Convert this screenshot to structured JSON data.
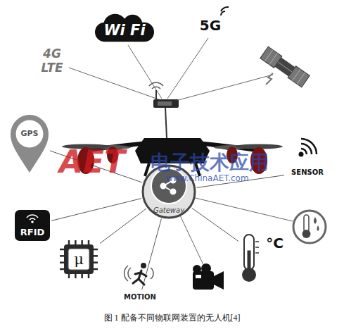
{
  "diagram": {
    "caption": "图 1 配备不同物联网装置的无人机[4]",
    "nodes": [
      {
        "text": [
          "Wi Fi"
        ]
      },
      {
        "text": [
          "5G"
        ]
      },
      {
        "text": [
          "4G LTE"
        ]
      },
      {
        "text": [
          "GPS"
        ]
      },
      {
        "text": [
          "SENSOR"
        ]
      },
      {
        "text": [
          "Gateway"
        ]
      },
      {
        "text": [
          "RFID"
        ]
      },
      {
        "text": [
          "μ"
        ]
      },
      {
        "text": [
          "MOTION"
        ]
      },
      {
        "text": [
          "°C"
        ]
      }
    ],
    "edges": [
      {
        "from": 5,
        "to": 3,
        "arrow": "none"
      },
      {
        "from": 5,
        "to": 4,
        "arrow": "none"
      },
      {
        "from": 5,
        "to": 6,
        "arrow": "none"
      },
      {
        "from": 5,
        "to": 7,
        "arrow": "none"
      },
      {
        "from": 5,
        "to": 8,
        "arrow": "none"
      },
      {
        "from": 5,
        "to": 9,
        "arrow": "none"
      }
    ],
    "labels": [
      "AET",
      "电子技术应用",
      "www.ChinaAET.com"
    ]
  }
}
